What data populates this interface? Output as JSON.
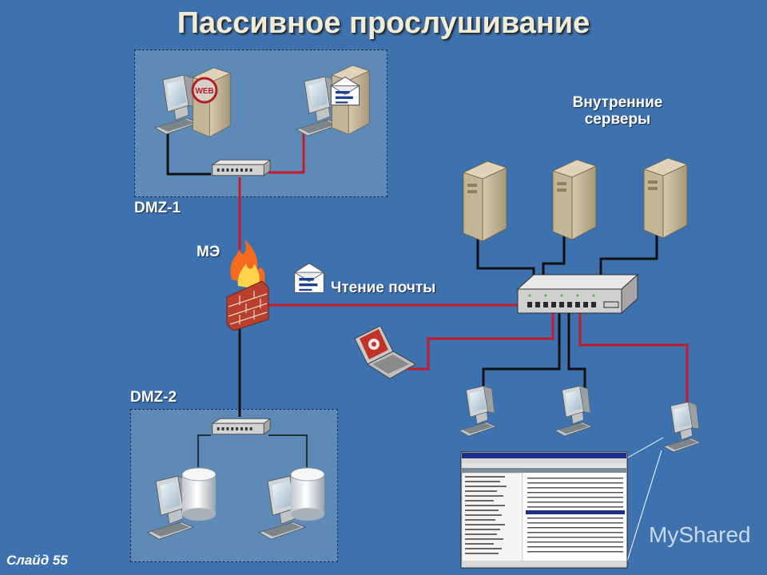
{
  "title": "Пассивное прослушивание",
  "labels": {
    "dmz1": "DMZ-1",
    "dmz2": "DMZ-2",
    "firewall": "МЭ",
    "mail_reading": "Чтение почты",
    "internal_servers": "Внутренние серверы"
  },
  "web_badge": "WEB",
  "footer": "Слайд 55",
  "watermark": "MyShared",
  "colors": {
    "background": "#3d72ae",
    "zone": "#5d8ab6",
    "red_cable": "#c8182c",
    "black_cable": "#111111",
    "title_text": "#f2ecd6"
  },
  "icons": [
    "desktop-computer-icon",
    "web-server-icon",
    "mail-icon",
    "network-hub-icon",
    "firewall-icon",
    "tower-server-icon",
    "laptop-icon",
    "database-icon",
    "screenshot-thumbnail"
  ]
}
